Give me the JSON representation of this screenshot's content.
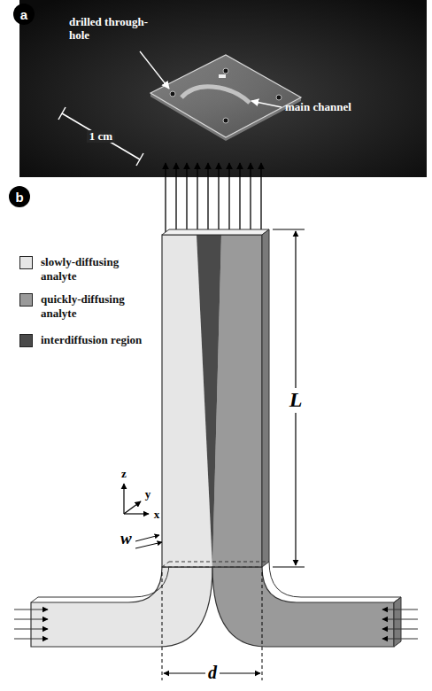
{
  "diagram": {
    "nodes": [
      {
        "text": [
          "a"
        ]
      },
      {
        "text": [
          "b"
        ]
      }
    ],
    "labels": [
      "drilled through-hole",
      "1 cm",
      "main channel",
      "L",
      "w",
      "z",
      "y",
      "x",
      "d"
    ],
    "legend": [
      {
        "text": "slowly-diffusing analyte",
        "color": "#e6e6e6"
      },
      {
        "text": "quickly-diffusing analyte",
        "color": "#9a9a9a"
      },
      {
        "text": "interdiffusion region",
        "color": "#4a4a4a"
      }
    ]
  }
}
